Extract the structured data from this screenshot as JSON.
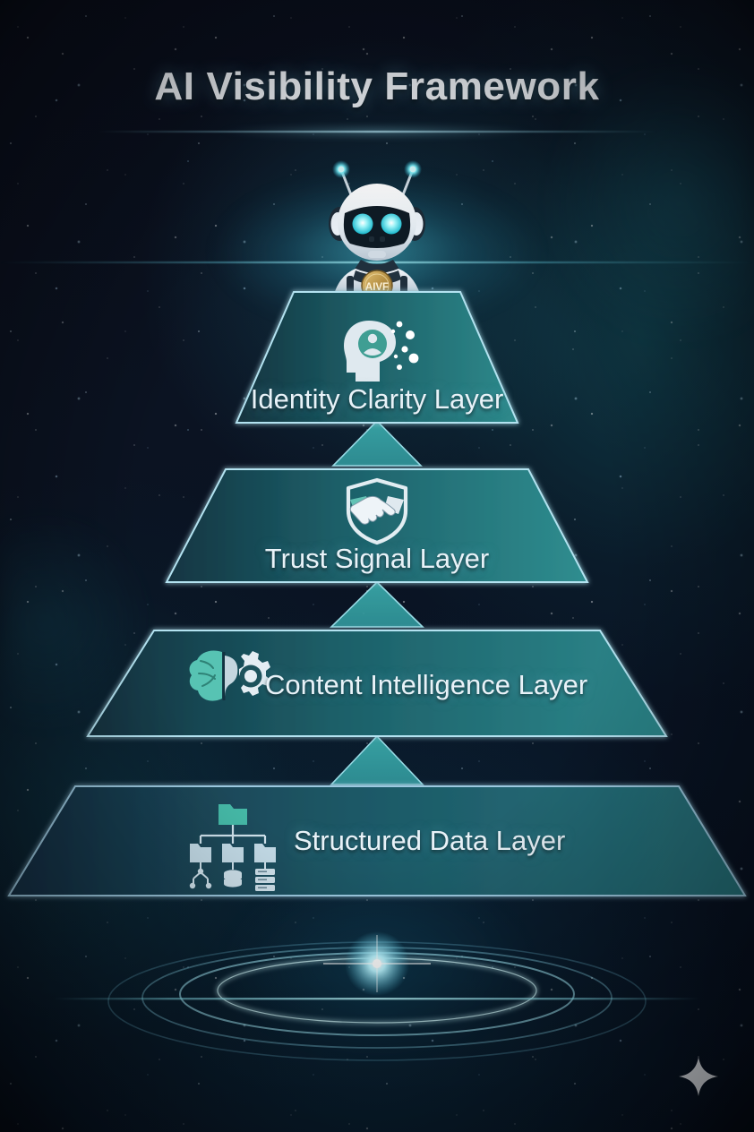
{
  "header": {
    "title": "AI Visibility Framework"
  },
  "mascot": {
    "name": "ai-robot-mascot",
    "badge_label": "AIVF",
    "eye_color": "#5fe6ef",
    "body_color": "#eef3f7",
    "badge_color": "#c9a martian"
  },
  "pyramid": {
    "layers": [
      {
        "id": "identity-clarity",
        "label": "Identity Clarity Layer",
        "icon": "head-profile-identity-icon",
        "icon_position": "above",
        "level": 1,
        "fill_from": "#15414d",
        "fill_to": "#2a7f84",
        "stroke": "#9fd8e8"
      },
      {
        "id": "trust-signal",
        "label": "Trust Signal Layer",
        "icon": "shield-handshake-icon",
        "icon_position": "above",
        "level": 2,
        "fill_from": "#133f4c",
        "fill_to": "#2b8287",
        "stroke": "#a7dced"
      },
      {
        "id": "content-intelligence",
        "label": "Content Intelligence Layer",
        "icon": "brain-gear-icon",
        "icon_position": "left",
        "level": 3,
        "fill_from": "#123a4a",
        "fill_to": "#2a7f86",
        "stroke": "#a7dced"
      },
      {
        "id": "structured-data",
        "label": "Structured Data Layer",
        "icon": "folder-database-tree-icon",
        "icon_position": "left",
        "level": 4,
        "fill_from": "#16344a",
        "fill_to": "#236e79",
        "stroke": "#9ec8df"
      }
    ],
    "connectors": 3
  },
  "footer": {
    "orbit_rings": 4,
    "sparkle_icon": "four-point-sparkle-icon"
  },
  "palette": {
    "background_deep": "#070b16",
    "accent_cyan": "#5fe6ef",
    "accent_teal": "#2a8f92",
    "text_light": "#e8f2f8",
    "edge_glow": "#a7dced"
  }
}
